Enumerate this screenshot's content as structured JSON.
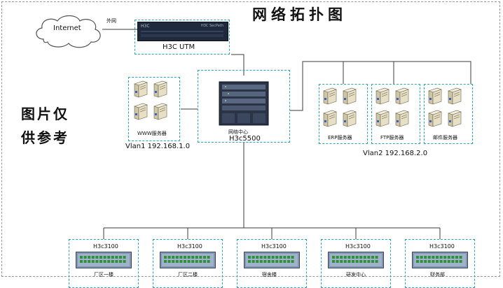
{
  "title": "网络拓扑图",
  "disclaimer": "图片仅供参考",
  "internet": {
    "label": "Internet",
    "link_label": "外网"
  },
  "utm": {
    "label": "H3C UTM",
    "brand": "H3C",
    "brand_bar_text": "H3C SecPath"
  },
  "core": {
    "name_line1": "网络中心",
    "name_line2": "H3c5500"
  },
  "www": {
    "name": "WWW服务器",
    "vlan": "Vlan1 192.168.1.0"
  },
  "servers": [
    {
      "name": "ERP服务器"
    },
    {
      "name": "FTP服务器"
    },
    {
      "name": "邮件服务器"
    }
  ],
  "vlan2": "Vlan2 192.168.2.0",
  "access_switches": [
    {
      "model": "H3c3100",
      "name": "厂区一楼"
    },
    {
      "model": "H3c3100",
      "name": "厂区二楼"
    },
    {
      "model": "H3c3100",
      "name": "宿舍楼"
    },
    {
      "model": "H3c3100",
      "name": "研发中心"
    },
    {
      "model": "H3c3100",
      "name": "财务部"
    }
  ],
  "colors": {
    "line": "#3b3b3b",
    "dash_box": "#2aa5c6",
    "switch_body": "#7f95b2",
    "port_green": "#2f8f3a",
    "device_dark": "#1f2a3c",
    "server_tan": "#e7e0c6"
  }
}
